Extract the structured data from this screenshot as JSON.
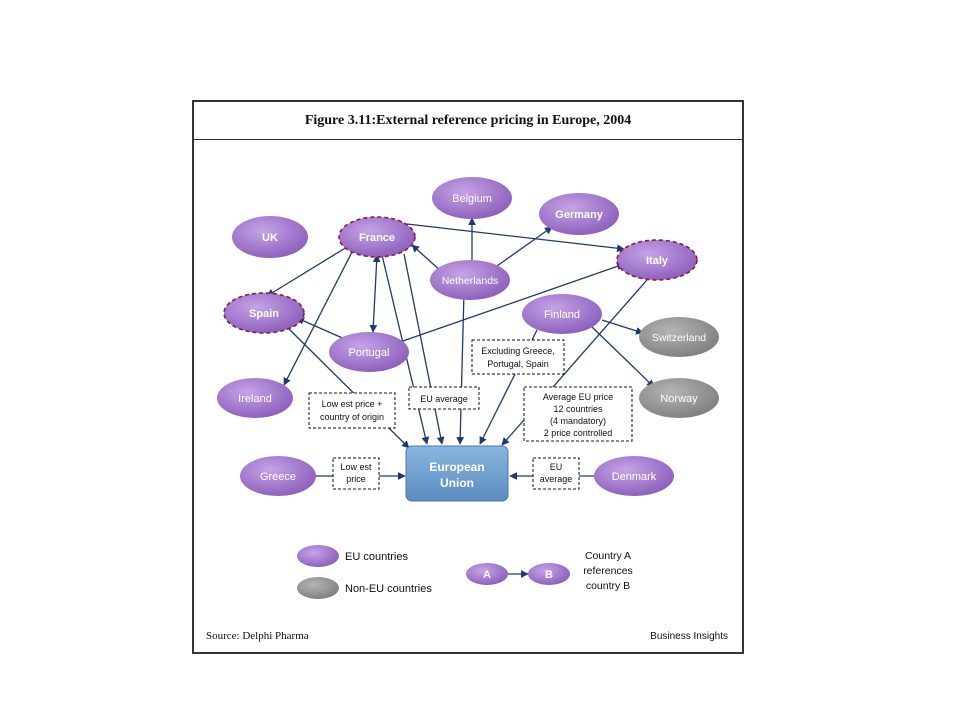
{
  "figure": {
    "title": "Figure 3.11:External reference pricing in Europe, 2004",
    "source": "Source: Delphi Pharma",
    "brand": "Business Insights"
  },
  "colors": {
    "eu_fill": "#9b6fc7",
    "non_eu_fill": "#8a8a8a",
    "center_fill": "#6a9fd0",
    "arrow": "#1f3a6e",
    "dashed_outline": "#8b1a4a"
  },
  "nodes": {
    "belgium": "Belgium",
    "germany": "Germany",
    "uk": "UK",
    "france": "France",
    "italy": "Italy",
    "netherlands": "Netherlands",
    "spain": "Spain",
    "finland": "Finland",
    "switzerland": "Switzerland",
    "portugal": "Portugal",
    "ireland": "Ireland",
    "norway": "Norway",
    "greece": "Greece",
    "denmark": "Denmark",
    "eu_line1": "European",
    "eu_line2": "Union"
  },
  "labels": {
    "lowest_origin_1": "Low est price +",
    "lowest_origin_2": "country of origin",
    "eu_average": "EU average",
    "excluding_1": "Excluding Greece,",
    "excluding_2": "Portugal, Spain",
    "avg_eu_1": "Average EU price",
    "avg_eu_2": "12 countries",
    "avg_eu_3": "(4 mandatory)",
    "avg_eu_4": "2 price controlled",
    "lowest_1": "Low est",
    "lowest_2": "price",
    "eu_avg_d1": "EU",
    "eu_avg_d2": "average"
  },
  "legend": {
    "eu": "EU countries",
    "non_eu": "Non-EU countries",
    "a": "A",
    "b": "B",
    "ref_1": "Country A",
    "ref_2": "references",
    "ref_3": "country B"
  }
}
